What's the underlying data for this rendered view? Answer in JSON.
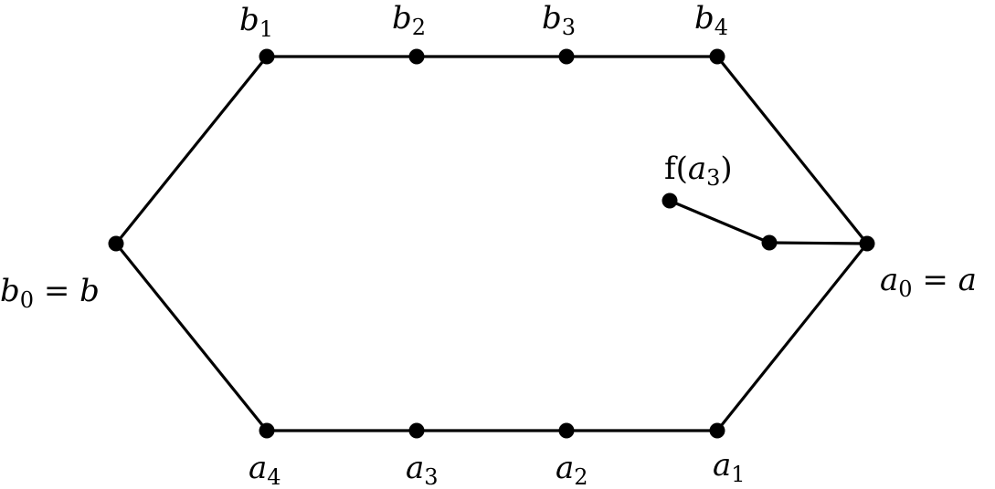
{
  "graph": {
    "vertices": [
      {
        "id": "b1",
        "label": {
          "main": "b",
          "sub": "1"
        }
      },
      {
        "id": "b2",
        "label": {
          "main": "b",
          "sub": "2"
        }
      },
      {
        "id": "b3",
        "label": {
          "main": "b",
          "sub": "3"
        }
      },
      {
        "id": "b4",
        "label": {
          "main": "b",
          "sub": "4"
        }
      },
      {
        "id": "b0",
        "label": {
          "main": "b",
          "sub": "0",
          "rest": " = b"
        }
      },
      {
        "id": "a0",
        "label": {
          "main": "a",
          "sub": "0",
          "rest": " = a"
        }
      },
      {
        "id": "a1",
        "label": {
          "main": "a",
          "sub": "1"
        }
      },
      {
        "id": "a2",
        "label": {
          "main": "a",
          "sub": "2"
        }
      },
      {
        "id": "a3",
        "label": {
          "main": "a",
          "sub": "3"
        }
      },
      {
        "id": "a4",
        "label": {
          "main": "a",
          "sub": "4"
        }
      },
      {
        "id": "fa3",
        "label": {
          "pre": "f(",
          "main": "a",
          "sub": "3",
          "post": ")"
        }
      },
      {
        "id": "m",
        "label": null
      }
    ],
    "edges": [
      [
        "b0",
        "b1"
      ],
      [
        "b1",
        "b2"
      ],
      [
        "b2",
        "b3"
      ],
      [
        "b3",
        "b4"
      ],
      [
        "b4",
        "a0"
      ],
      [
        "a0",
        "a1"
      ],
      [
        "a1",
        "a2"
      ],
      [
        "a2",
        "a3"
      ],
      [
        "a3",
        "a4"
      ],
      [
        "a4",
        "b0"
      ],
      [
        "a0",
        "m"
      ],
      [
        "m",
        "fa3"
      ]
    ]
  }
}
